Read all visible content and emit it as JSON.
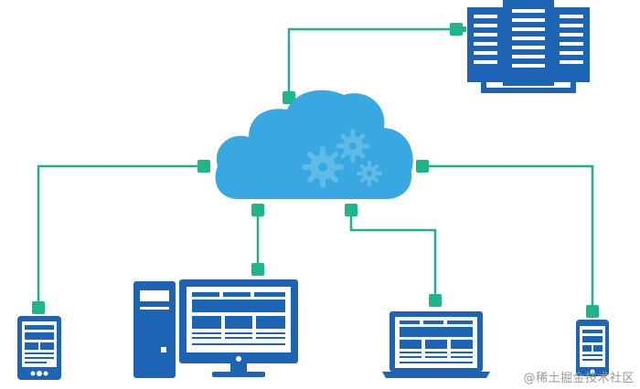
{
  "diagram": {
    "type": "cloud-network-topology",
    "center": "cloud-with-gears",
    "nodes": [
      {
        "id": "server-rack",
        "icon": "server-rack-icon"
      },
      {
        "id": "tablet",
        "icon": "tablet-icon"
      },
      {
        "id": "desktop-computer",
        "icon": "desktop-computer-icon"
      },
      {
        "id": "laptop",
        "icon": "laptop-icon"
      },
      {
        "id": "smartphone",
        "icon": "smartphone-icon"
      }
    ],
    "colors": {
      "device_blue": "#1e64b4",
      "cloud_blue": "#3aa8e0",
      "gear_blue": "#5fbbe6",
      "connector_green": "#1fb58a",
      "line_green": "#22b08c",
      "screen_white": "#ffffff"
    }
  },
  "watermark": {
    "text": "@稀土掘金技术社区"
  }
}
